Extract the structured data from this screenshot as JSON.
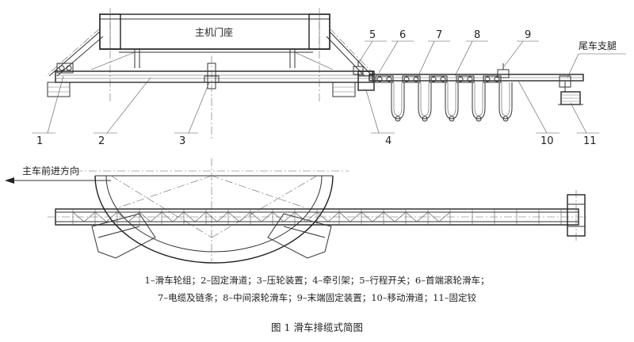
{
  "labels": {
    "main_gantry": "主机门座",
    "tail_support": "尾车支腿",
    "direction": "主车前进方向"
  },
  "callouts": [
    "1",
    "2",
    "3",
    "4",
    "5",
    "6",
    "7",
    "8",
    "9",
    "10",
    "11"
  ],
  "legend": {
    "line1": "1–滑车轮组；2–固定滑道；3–压轮装置；4–牵引架；5–行程开关；6–首端滚轮滑车；",
    "line2": "7–电缆及链条；8–中间滚轮滑车；9–末端固定装置；10–移动滑道；11–固定铰"
  },
  "caption": "图 1 滑车排缆式简图"
}
